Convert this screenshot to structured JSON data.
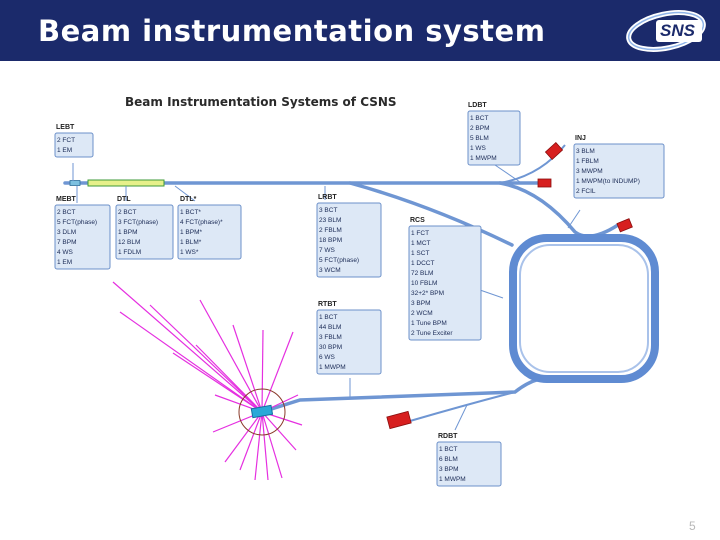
{
  "slide": {
    "title": "Beam instrumentation system",
    "logo_text": "SNS",
    "page_number": "5"
  },
  "diagram": {
    "title": "Beam Instrumentation Systems of CSNS",
    "sections": {
      "lebt": {
        "label": "LEBT",
        "items": [
          "2  FCT",
          "1  EM"
        ]
      },
      "mebt": {
        "label": "MEBT",
        "items": [
          "2  BCT",
          "5  FCT(phase)",
          "3  DLM",
          "7  BPM",
          "4  WS",
          "1  EM"
        ]
      },
      "dtl": {
        "label": "DTL",
        "items": [
          "2  BCT",
          "3  FCT(phase)",
          "1  BPM",
          "12 BLM",
          "1  FDLM"
        ]
      },
      "dtlx": {
        "label": "DTL*",
        "items": [
          "1  BCT*",
          "4  FCT(phase)*",
          "1  BPM*",
          "1  BLM*",
          "1  WS*"
        ]
      },
      "ldbt": {
        "label": "LDBT",
        "items": [
          "1  BCT",
          "2  BPM",
          "5  BLM",
          "1  WS",
          "1  MWPM"
        ]
      },
      "inj": {
        "label": "INJ",
        "items": [
          "3  BLM",
          "1  FBLM",
          "3  MWPM",
          "1  MWPM(to INDUMP)",
          "2  FCIL"
        ]
      },
      "lrbt": {
        "label": "LRBT",
        "items": [
          "3  BCT",
          "23 BLM",
          "2  FBLM",
          "18 BPM",
          "7  WS",
          "5  FCT(phase)",
          "3  WCM"
        ]
      },
      "rcs": {
        "label": "RCS",
        "items": [
          "1  FCT",
          "1  MCT",
          "1  SCT",
          "1  DCCT",
          "72 BLM",
          "10 FBLM",
          "32+2*  BPM",
          "3  BPM",
          "2  WCM",
          "1  Tune BPM",
          "2  Tune Exciter"
        ]
      },
      "rtbt": {
        "label": "RTBT",
        "items": [
          "1  BCT",
          "44 BLM",
          "3  FBLM",
          "30 BPM",
          "6  WS",
          "1  MWPM"
        ]
      },
      "rdbt": {
        "label": "RDBT",
        "items": [
          "1  BCT",
          "6  BLM",
          "3  BPM",
          "1  MWPM"
        ]
      }
    },
    "colors": {
      "beamline": "#6f96d3",
      "box_fill": "#dde8f6",
      "dump_red": "#d71f1f",
      "target_spray": "#e52fe0",
      "header_blue": "#1b2a6b"
    }
  }
}
